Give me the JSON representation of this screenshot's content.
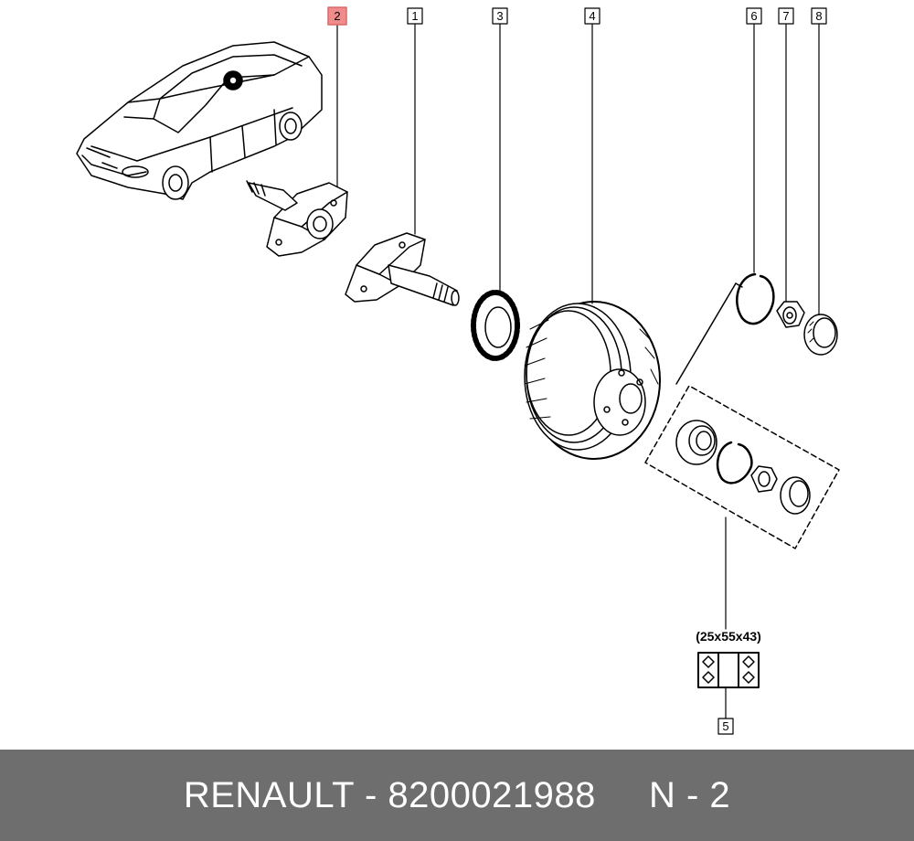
{
  "callouts": [
    {
      "id": "2",
      "highlighted": true
    },
    {
      "id": "1",
      "highlighted": false
    },
    {
      "id": "3",
      "highlighted": false
    },
    {
      "id": "4",
      "highlighted": false
    },
    {
      "id": "6",
      "highlighted": false
    },
    {
      "id": "7",
      "highlighted": false
    },
    {
      "id": "8",
      "highlighted": false
    },
    {
      "id": "5",
      "highlighted": false
    }
  ],
  "bearing_dimension": "(25x55x43)",
  "footer": {
    "brand": "RENAULT",
    "separator": " - ",
    "part_number": "8200021988",
    "position_label": "N - 2"
  },
  "colors": {
    "highlight": "#f08c8c",
    "footer_bg": "#6e6e6e",
    "footer_text": "#ffffff",
    "line": "#000000"
  }
}
